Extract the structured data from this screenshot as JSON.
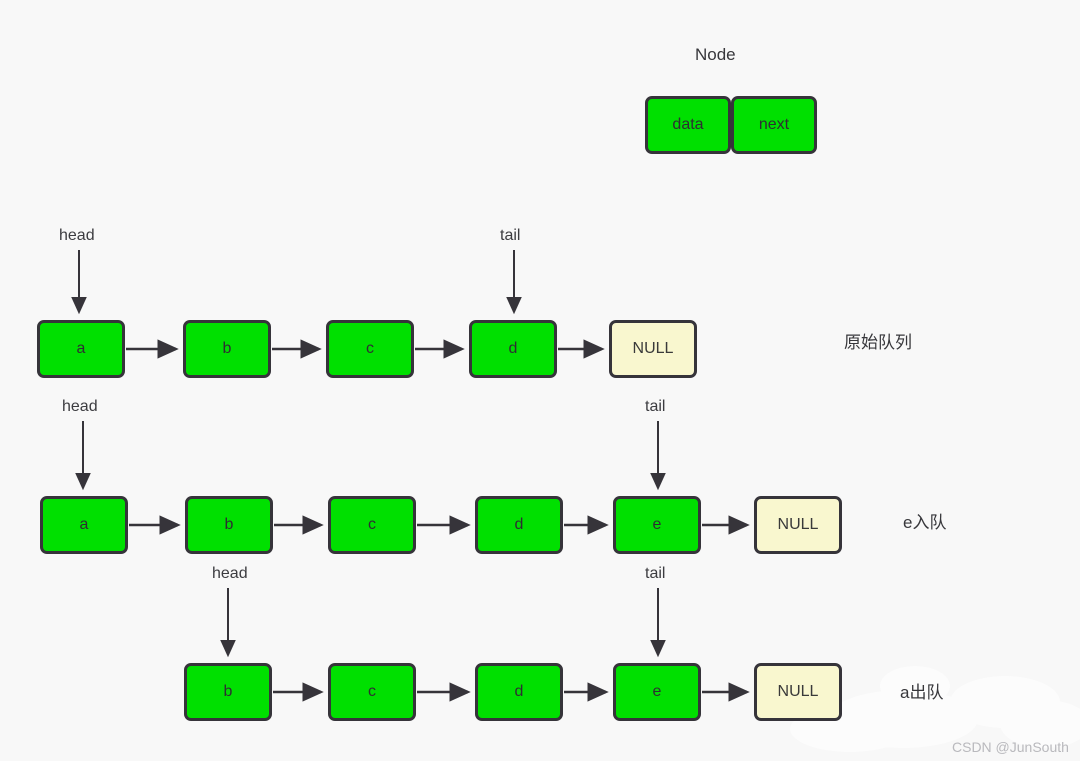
{
  "background": "#f8f8f8",
  "colors": {
    "node_fill": "#00e000",
    "null_fill": "#f9f7cf",
    "stroke": "#36343a",
    "text": "#2e2e32"
  },
  "node_legend": {
    "title": "Node",
    "fields": [
      {
        "label": "data"
      },
      {
        "label": "next"
      }
    ]
  },
  "rows": [
    {
      "name": "original-queue",
      "row_label": "原始队列",
      "nodes": [
        {
          "label": "a",
          "pointer": "head"
        },
        {
          "label": "b",
          "pointer": ""
        },
        {
          "label": "c",
          "pointer": ""
        },
        {
          "label": "d",
          "pointer": "tail"
        }
      ],
      "terminator": "NULL"
    },
    {
      "name": "e-enqueue",
      "row_label": "e入队",
      "nodes": [
        {
          "label": "a",
          "pointer": "head"
        },
        {
          "label": "b",
          "pointer": ""
        },
        {
          "label": "c",
          "pointer": ""
        },
        {
          "label": "d",
          "pointer": ""
        },
        {
          "label": "e",
          "pointer": "tail"
        }
      ],
      "terminator": "NULL"
    },
    {
      "name": "a-dequeue",
      "row_label": "a出队",
      "nodes": [
        {
          "label": "b",
          "pointer": "head"
        },
        {
          "label": "c",
          "pointer": ""
        },
        {
          "label": "d",
          "pointer": ""
        },
        {
          "label": "e",
          "pointer": "tail"
        }
      ],
      "terminator": "NULL"
    }
  ],
  "watermark": "CSDN @JunSouth"
}
